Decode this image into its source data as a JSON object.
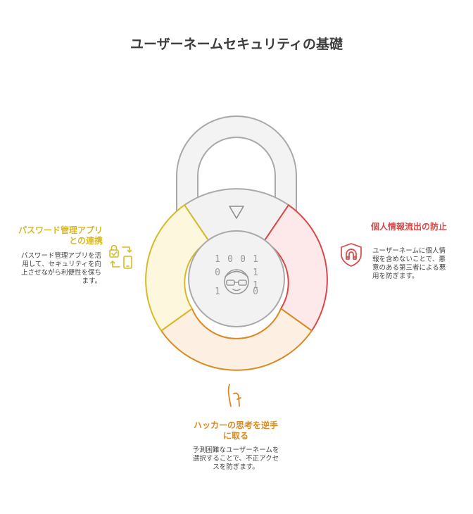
{
  "title": "ユーザーネームセキュリティの基礎",
  "binary_digits": [
    "1",
    "0",
    "0",
    "1",
    "0",
    "1",
    "1",
    "1",
    "0"
  ],
  "sections": {
    "password_manager": {
      "heading": "パスワード管理アプリとの連携",
      "description": "パスワード管理アプリを活用して、セキュリティを向上させながら利便性を保ちます。",
      "color": "#d8b928",
      "icon": "phone-lock-sync-icon"
    },
    "personal_info": {
      "heading": "個人情報流出の防止",
      "description": "ユーザーネームに個人情報を含めないことで、悪意のある第三者による悪用を防ぎます。",
      "color": "#d94848",
      "icon": "shield-magnet-icon"
    },
    "hacker_mindset": {
      "heading": "ハッカーの思考を逆手に取る",
      "description": "予測困難なユーザーネームを選択することで、不正アクセスを防ぎます。",
      "color": "#d98a22",
      "icon": "footprint-icon"
    }
  }
}
